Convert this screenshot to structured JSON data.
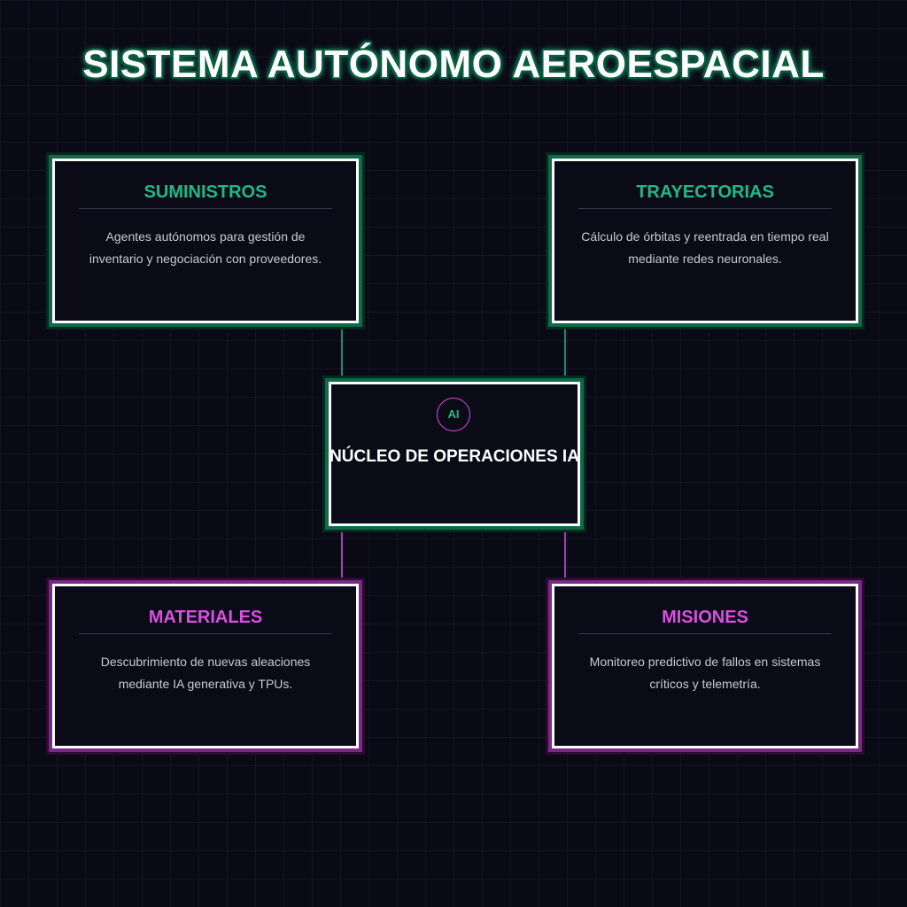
{
  "title": "SISTEMA AUTÓNOMO AEROESPACIAL",
  "colors": {
    "accent_green": "#1fb985",
    "accent_pink": "#d94fe0",
    "background": "#0a0a16",
    "card_border": "#ffffff"
  },
  "core": {
    "badge": "AI",
    "title": "NÚCLEO DE OPERACIONES IA"
  },
  "cards": {
    "suministros": {
      "title": "SUMINISTROS",
      "text": "Agentes autónomos para gestión de inventario y negociación con proveedores."
    },
    "trayectorias": {
      "title": "TRAYECTORIAS",
      "text": "Cálculo de órbitas y reentrada en tiempo real mediante redes neuronales."
    },
    "materiales": {
      "title": "MATERIALES",
      "text": "Descubrimiento de nuevas aleaciones mediante IA generativa y TPUs."
    },
    "misiones": {
      "title": "MISIONES",
      "text": "Monitoreo predictivo de fallos en sistemas críticos y telemetría."
    }
  }
}
